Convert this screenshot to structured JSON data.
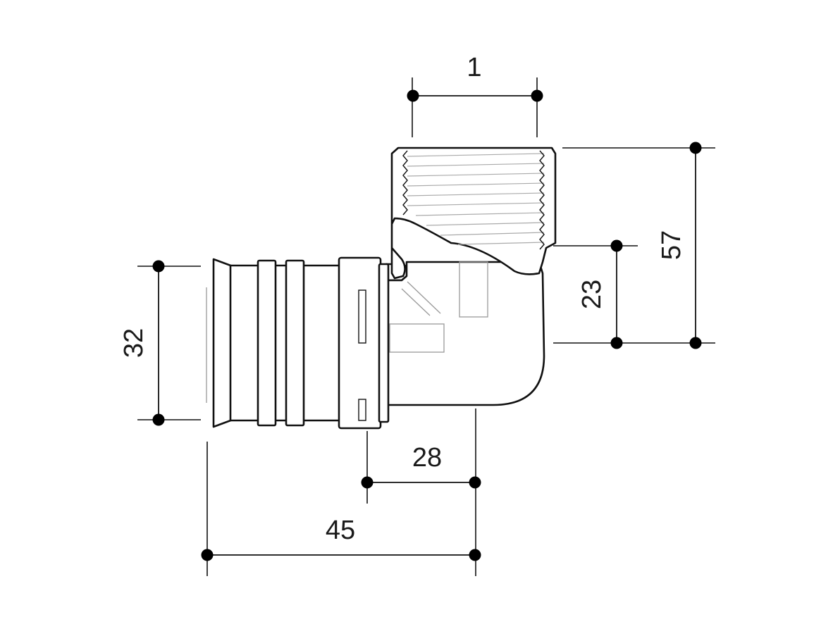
{
  "drawing": {
    "dimensions": {
      "thread_size": "1",
      "overall_height": "57",
      "branch_height": "23",
      "pipe_diameter": "32",
      "body_length": "28",
      "overall_length": "45"
    }
  }
}
